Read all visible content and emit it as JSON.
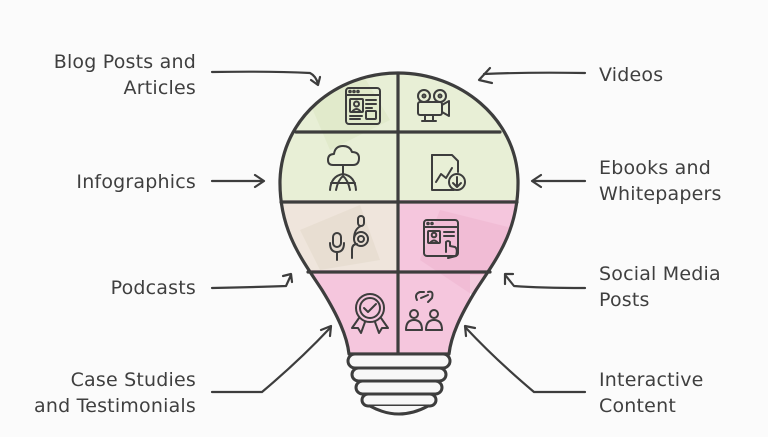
{
  "labels": {
    "blog": "Blog Posts and\nArticles",
    "videos": "Videos",
    "infographics": "Infographics",
    "ebooks": "Ebooks and\nWhitepapers",
    "podcasts": "Podcasts",
    "social": "Social Media\nPosts",
    "case": "Case Studies\nand Testimonials",
    "interactive": "Interactive\nContent"
  },
  "colors": {
    "outline": "#3d3d3d",
    "green_fill": "#e8efd6",
    "beige_fill": "#efe5dc",
    "pink_fill": "#f5c6dd",
    "base_fill": "#f7f7f7"
  },
  "icons": [
    "browser-profile-icon",
    "video-camera-icon",
    "cloud-network-icon",
    "chart-download-icon",
    "podcast-mic-icon",
    "social-post-icon",
    "award-badge-icon",
    "people-link-icon"
  ]
}
